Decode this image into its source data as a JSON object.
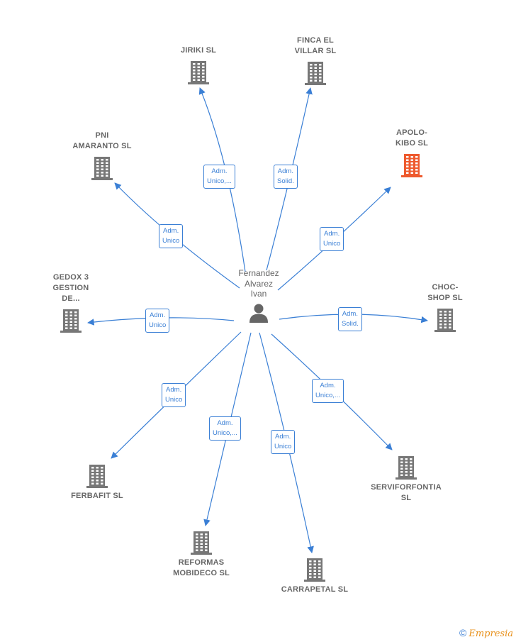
{
  "center": {
    "label": "Fernandez\nAlvarez\nIvan",
    "icon": "person-icon"
  },
  "nodes": [
    {
      "id": "jiriki",
      "label": "JIRIKI  SL",
      "role": "Adm.\nUnico,...",
      "color": "#777777"
    },
    {
      "id": "finca",
      "label": "FINCA EL\nVILLAR  SL",
      "role": "Adm.\nSolid.",
      "color": "#777777"
    },
    {
      "id": "apolo",
      "label": "APOLO-\nKIBO  SL",
      "role": "Adm.\nUnico",
      "color": "#ee5a2e"
    },
    {
      "id": "pni",
      "label": "PNI\nAMARANTO  SL",
      "role": "Adm.\nUnico",
      "color": "#777777"
    },
    {
      "id": "gedox",
      "label": "GEDOX 3\nGESTION\nDE...",
      "role": "Adm.\nUnico",
      "color": "#777777"
    },
    {
      "id": "choc",
      "label": "CHOC-\nSHOP SL",
      "role": "Adm.\nSolid.",
      "color": "#777777"
    },
    {
      "id": "ferbafit",
      "label": "FERBAFIT SL",
      "role": "Adm.\nUnico",
      "color": "#777777"
    },
    {
      "id": "serviforfontia",
      "label": "SERVIFORFONTIA\nSL",
      "role": "Adm.\nUnico,...",
      "color": "#777777"
    },
    {
      "id": "reformas",
      "label": "REFORMAS\nMOBIDECO  SL",
      "role": "Adm.\nUnico,...",
      "color": "#777777"
    },
    {
      "id": "carrapetal",
      "label": "CARRAPETAL SL",
      "role": "Adm.\nUnico",
      "color": "#777777"
    }
  ],
  "footer": {
    "copyright": "©",
    "brand": "Empresia"
  },
  "edge_color": "#3a7fd5"
}
